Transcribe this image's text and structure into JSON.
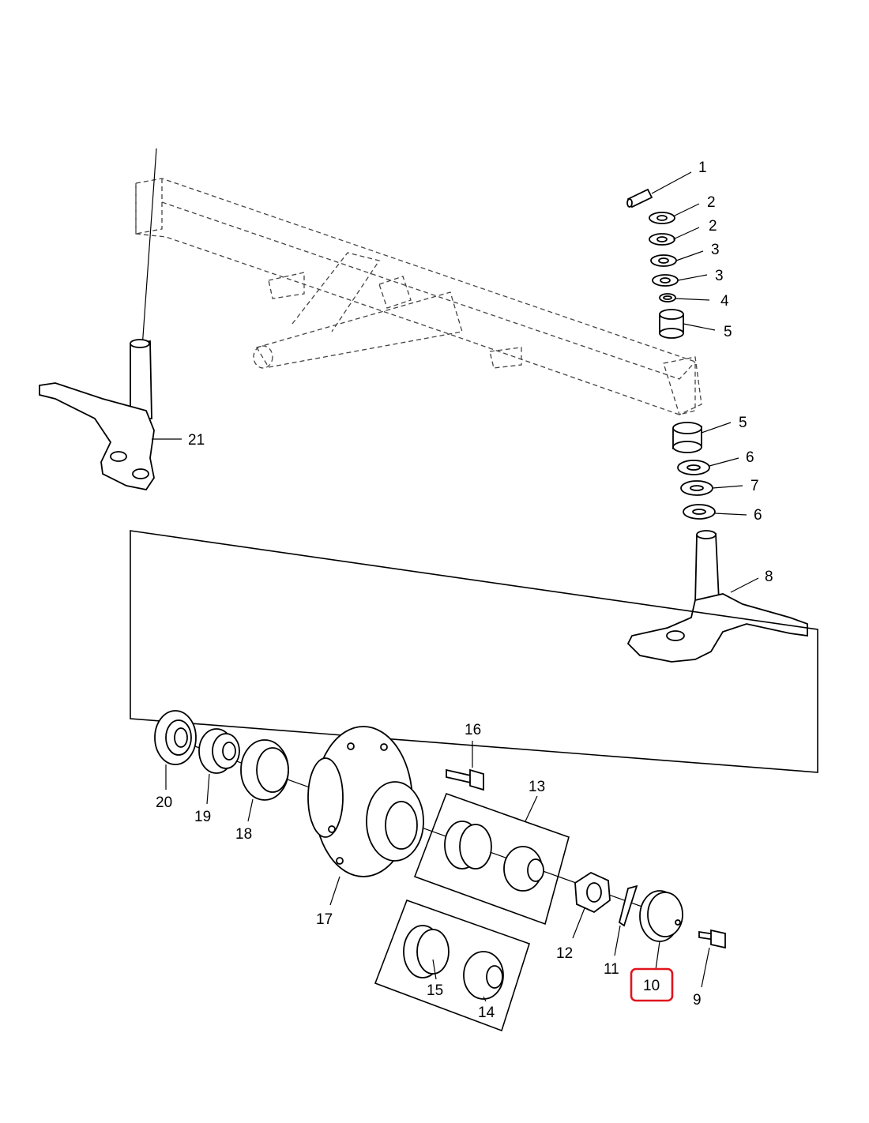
{
  "diagram": {
    "highlight_color": "#e0141e",
    "callouts": [
      {
        "id": "c1",
        "text": "1"
      },
      {
        "id": "c2a",
        "text": "2"
      },
      {
        "id": "c2b",
        "text": "2"
      },
      {
        "id": "c3a",
        "text": "3"
      },
      {
        "id": "c3b",
        "text": "3"
      },
      {
        "id": "c4",
        "text": "4"
      },
      {
        "id": "c5a",
        "text": "5"
      },
      {
        "id": "c5b",
        "text": "5"
      },
      {
        "id": "c6a",
        "text": "6"
      },
      {
        "id": "c7",
        "text": "7"
      },
      {
        "id": "c6b",
        "text": "6"
      },
      {
        "id": "c8",
        "text": "8"
      },
      {
        "id": "c9",
        "text": "9"
      },
      {
        "id": "c10",
        "text": "10"
      },
      {
        "id": "c11",
        "text": "11"
      },
      {
        "id": "c12",
        "text": "12"
      },
      {
        "id": "c13",
        "text": "13"
      },
      {
        "id": "c14",
        "text": "14"
      },
      {
        "id": "c15",
        "text": "15"
      },
      {
        "id": "c16",
        "text": "16"
      },
      {
        "id": "c17",
        "text": "17"
      },
      {
        "id": "c18",
        "text": "18"
      },
      {
        "id": "c19",
        "text": "19"
      },
      {
        "id": "c20",
        "text": "20"
      },
      {
        "id": "c21",
        "text": "21"
      }
    ]
  }
}
